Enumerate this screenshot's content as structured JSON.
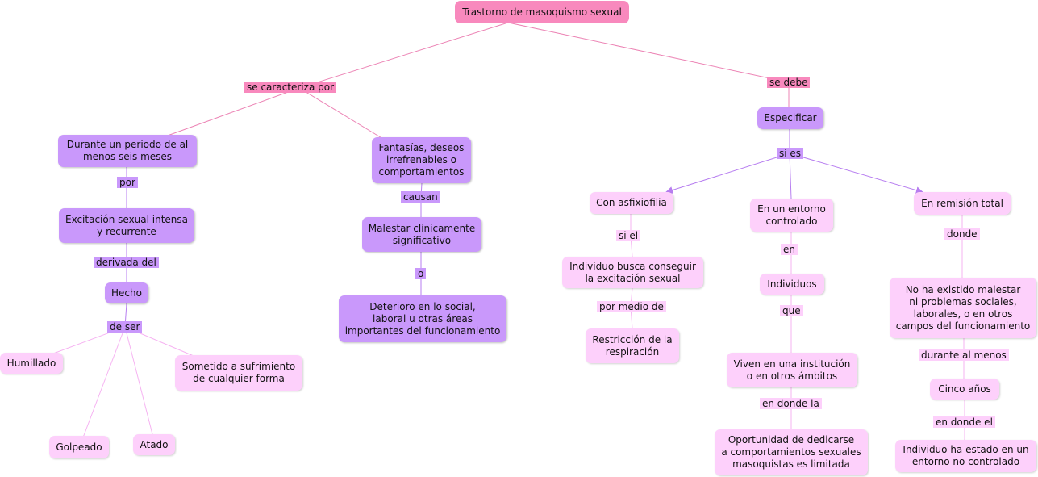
{
  "colors": {
    "root": "#f889bd",
    "purple": "#c998fb",
    "pink": "#fdd0fb",
    "line_root": "#ec84b5",
    "line_purple": "#b77ef0",
    "line_pink": "#f6b3f2"
  },
  "root": "Trastorno de masoquismo sexual",
  "links": {
    "se_caracteriza_por": "se caracteriza por",
    "se_debe": "se debe ",
    "por": "por",
    "derivada_del": "derivada del",
    "de_ser": "de ser",
    "causan": "causan",
    "o": "o",
    "si_es": "si es",
    "si_el": "si el ",
    "por_medio_de": "por medio de",
    "en": "en ",
    "que": "que",
    "en_donde_la": "en donde la",
    "donde": "donde",
    "durante_al_menos": "durante al menos",
    "en_donde_el": "en donde el"
  },
  "nodes": {
    "periodo": "Durante un periodo de al\nmenos seis meses",
    "excitacion": "Excitación sexual intensa\ny recurrente",
    "hecho": "Hecho",
    "humillado": "Humillado",
    "golpeado": "Golpeado",
    "atado": "Atado",
    "sometido": "Sometido a sufrimiento\nde cualquier forma",
    "fantasias": "Fantasías, deseos\nirrefrenables o\ncomportamientos",
    "malestar": "Malestar clínicamente\nsignificativo",
    "deterioro": "Deterioro en lo social,\nlaboral u otras áreas\nimportantes del funcionamiento",
    "especificar": "Especificar",
    "asfixiofilia": "Con asfixiofilia",
    "individuo_busca": "Individuo busca conseguir\nla excitación sexual",
    "restriccion": "Restricción de la\nrespiración",
    "entorno": "En un entorno\ncontrolado",
    "individuos": "Individuos",
    "viven": "Viven en una institución\no en otros ámbitos",
    "oportunidad": "Oportunidad de dedicarse\na comportamientos sexuales\nmasoquistas es limitada",
    "remision": "En remisión total",
    "no_malestar": "No ha existido malestar\nni problemas sociales,\nlaborales, o en otros\ncampos del funcionamiento",
    "cinco": "Cinco años",
    "individuo_ha": "Individuo ha estado en un\nentorno no controlado"
  }
}
